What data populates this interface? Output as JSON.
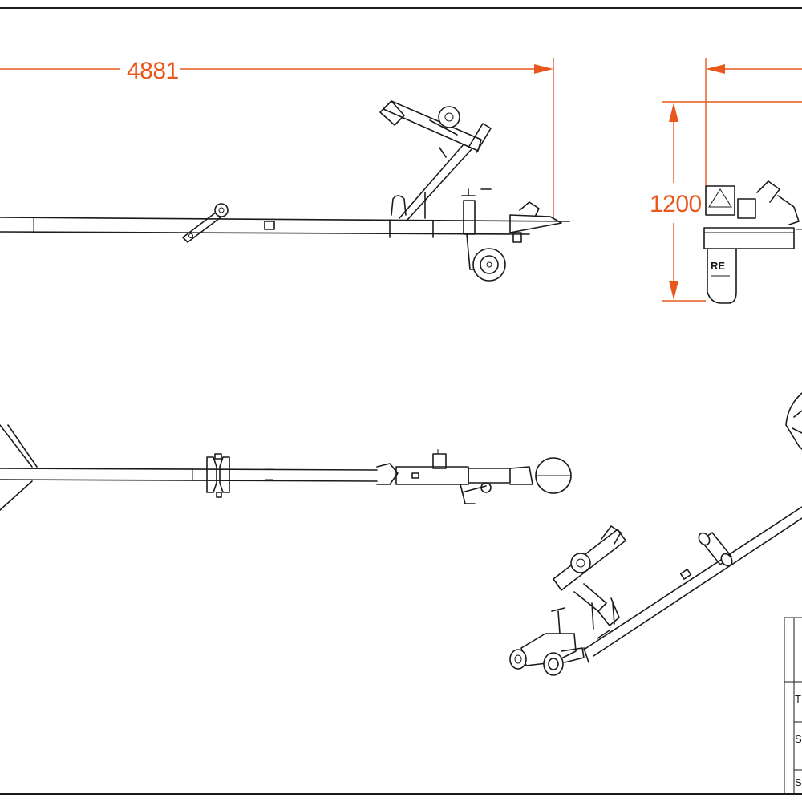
{
  "dimensions": {
    "length": "4881",
    "height": "1200"
  },
  "title_block": {
    "row_labels": [
      "T",
      "S",
      "S"
    ]
  },
  "colors": {
    "dimension": "#e8581d",
    "line": "#1a1a1a",
    "background": "#ffffff"
  }
}
